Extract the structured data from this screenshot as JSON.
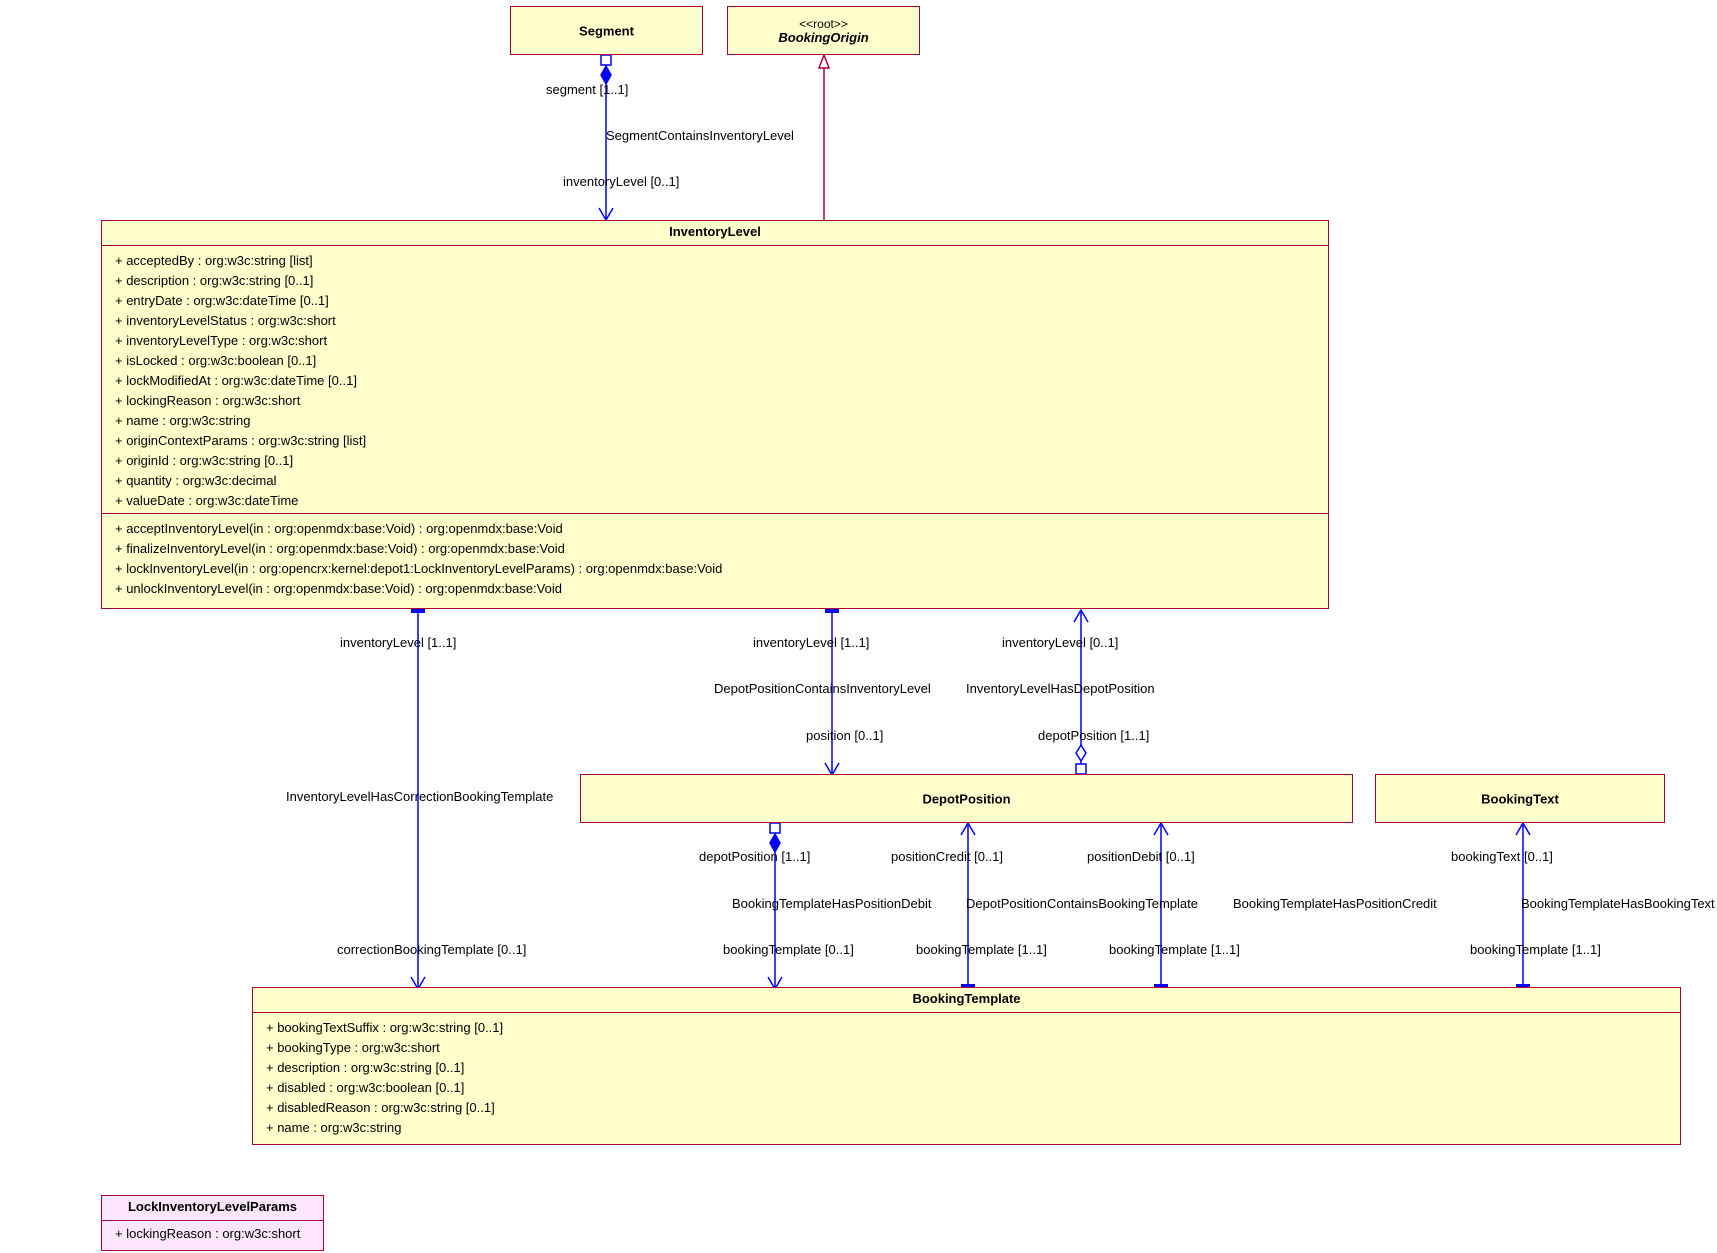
{
  "classes": {
    "segment": {
      "name": "Segment"
    },
    "booking_origin": {
      "stereotype": "<<root>>",
      "name": "BookingOrigin"
    },
    "inventory_level": {
      "name": "InventoryLevel",
      "attributes": [
        "+ acceptedBy : org:w3c:string [list]",
        "+ description : org:w3c:string [0..1]",
        "+ entryDate : org:w3c:dateTime [0..1]",
        "+ inventoryLevelStatus : org:w3c:short",
        "+ inventoryLevelType : org:w3c:short",
        "+ isLocked : org:w3c:boolean [0..1]",
        "+ lockModifiedAt : org:w3c:dateTime [0..1]",
        "+ lockingReason : org:w3c:short",
        "+ name : org:w3c:string",
        "+ originContextParams : org:w3c:string [list]",
        "+ originId : org:w3c:string [0..1]",
        "+ quantity : org:w3c:decimal",
        "+ valueDate : org:w3c:dateTime"
      ],
      "operations": [
        "+ acceptInventoryLevel(in : org:openmdx:base:Void) : org:openmdx:base:Void",
        "+ finalizeInventoryLevel(in : org:openmdx:base:Void) : org:openmdx:base:Void",
        "+ lockInventoryLevel(in : org:opencrx:kernel:depot1:LockInventoryLevelParams) : org:openmdx:base:Void",
        "+ unlockInventoryLevel(in : org:openmdx:base:Void) : org:openmdx:base:Void"
      ]
    },
    "depot_position": {
      "name": "DepotPosition"
    },
    "booking_text": {
      "name": "BookingText"
    },
    "booking_template": {
      "name": "BookingTemplate",
      "attributes": [
        "+ bookingTextSuffix : org:w3c:string [0..1]",
        "+ bookingType : org:w3c:short",
        "+ description : org:w3c:string [0..1]",
        "+ disabled : org:w3c:boolean [0..1]",
        "+ disabledReason : org:w3c:string [0..1]",
        "+ name : org:w3c:string"
      ]
    },
    "lock_params": {
      "name": "LockInventoryLevelParams",
      "attributes": [
        "+ lockingReason : org:w3c:short"
      ]
    }
  },
  "labels": {
    "segment_end": "segment [1..1]",
    "segment_assoc": "SegmentContainsInventoryLevel",
    "segment_inv_end": "inventoryLevel [0..1]",
    "corr_inv_end": "inventoryLevel [1..1]",
    "corr_assoc": "InventoryLevelHasCorrectionBookingTemplate",
    "corr_bt_end": "correctionBookingTemplate [0..1]",
    "dpil_inv_end": "inventoryLevel [1..1]",
    "dpil_assoc": "DepotPositionContainsInventoryLevel",
    "dpil_pos_end": "position [0..1]",
    "ildp_inv_end": "inventoryLevel [0..1]",
    "ildp_assoc": "InventoryLevelHasDepotPosition",
    "ildp_dp_end": "depotPosition [1..1]",
    "btpd_dp_end": "depotPosition [1..1]",
    "btpd_assoc": "BookingTemplateHasPositionDebit",
    "btpd_bt_end": "bookingTemplate [0..1]",
    "dpbt_pc_end": "positionCredit [0..1]",
    "dpbt_assoc": "DepotPositionContainsBookingTemplate",
    "dpbt_bt_end": "bookingTemplate [1..1]",
    "btpc_pd_end": "positionDebit [0..1]",
    "btpc_assoc": "BookingTemplateHasPositionCredit",
    "btpc_bt_end": "bookingTemplate [1..1]",
    "btbt_bt_end": "bookingText [0..1]",
    "btbt_assoc": "BookingTemplateHasBookingText",
    "btbt_tmpl_end": "bookingTemplate [1..1]"
  },
  "colors": {
    "association": "#0000ff",
    "generalization": "#a80036",
    "class_fill": "#ffffcc",
    "param_fill": "#ffe6ff",
    "border": "#a80036"
  }
}
